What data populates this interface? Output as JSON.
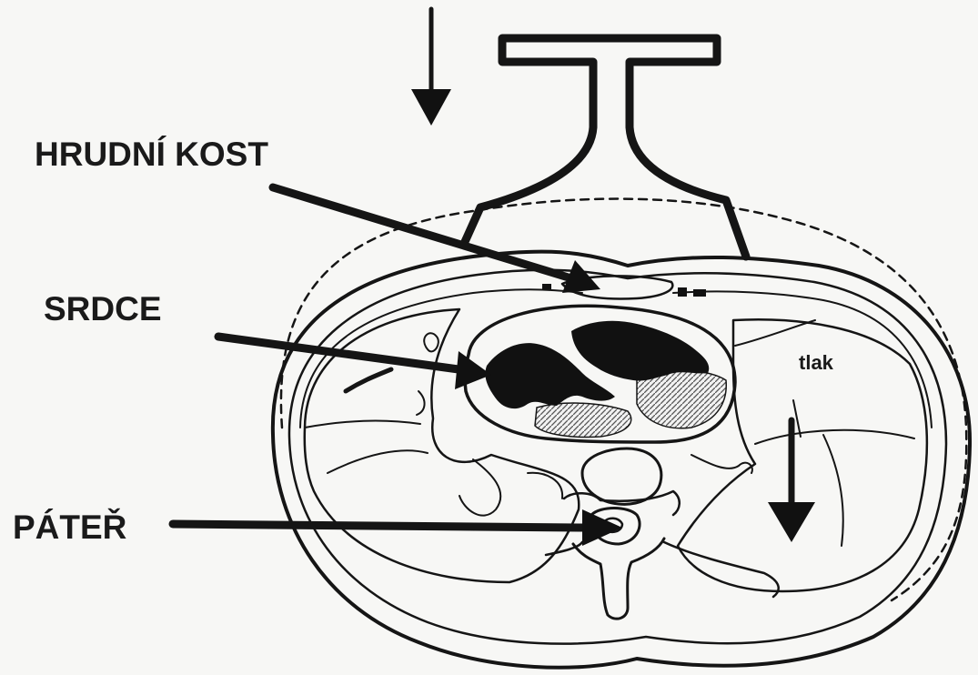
{
  "labels": {
    "sternum": "HRUDNÍ KOST",
    "heart": "SRDCE",
    "spine": "PÁTEŘ",
    "pressure": "tlak"
  },
  "colors": {
    "ink": "#151515",
    "paper": "#f7f7f5",
    "hatch": "#888888"
  }
}
